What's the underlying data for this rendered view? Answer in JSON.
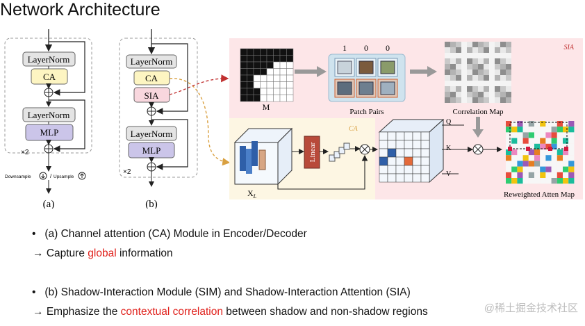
{
  "title": "Network Architecture",
  "colors": {
    "layernorm": "#e4e4e4",
    "ca": "#fdf5c2",
    "sia": "#f9d7de",
    "mlp": "#cbc5e9",
    "right_panel_bg": "#fde6e8",
    "ca_panel_bg": "#fdf6e3",
    "accent_red": "#e0201b",
    "arrow_orange": "#d9a040",
    "arrow_red": "#c03030"
  },
  "block_a": {
    "layernorm1": "LayerNorm",
    "ca": "CA",
    "layernorm2": "LayerNorm",
    "mlp": "MLP",
    "repeat": "×2",
    "sampling_downsample": "Downsample",
    "sampling_sep": "/",
    "sampling_upsample": "Upsample",
    "caption": "(a)"
  },
  "block_b": {
    "layernorm1": "LayerNorm",
    "ca": "CA",
    "sia": "SIA",
    "layernorm2": "LayerNorm",
    "mlp": "MLP",
    "repeat": "×2",
    "caption": "(b)"
  },
  "sia_panel": {
    "tag": "SIA",
    "mask_label": "M",
    "patch_scores": [
      "1",
      "0",
      "0"
    ],
    "patch_pairs_label": "Patch Pairs",
    "correlation_label": "Correlation Map",
    "reweighted_label": "Reweighted Atten Map",
    "q_label": "Q",
    "k_label": "K",
    "v_label": "V"
  },
  "ca_panel": {
    "tag": "CA",
    "linear_label": "Linear",
    "x_label": "X",
    "x_sub": "L"
  },
  "bullets": {
    "b1": "(a) Channel attention (CA) Module in Encoder/Decoder",
    "b2_prefix": "Capture ",
    "b2_highlight": "global",
    "b2_suffix": " information",
    "b3": "(b) Shadow-Interaction Module (SIM) and Shadow-Interaction Attention (SIA)",
    "b4_prefix": "Emphasize the ",
    "b4_highlight": "contextual correlation",
    "b4_suffix": " between shadow and non-shadow regions"
  },
  "watermark": "@稀土掘金技术社区"
}
